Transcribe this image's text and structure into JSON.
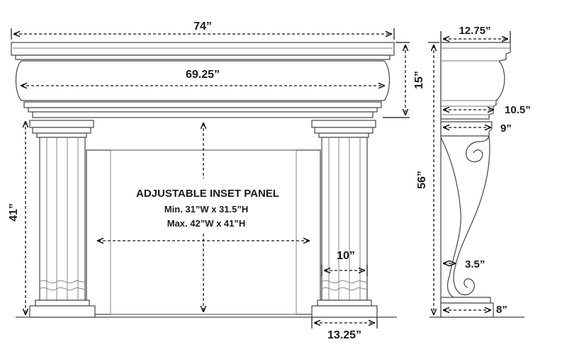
{
  "front_view": {
    "overall_width": "74”",
    "mantel_width": "69.25”",
    "mantel_height": "15”",
    "opening_height": "41”",
    "leg_width": "10”",
    "base_width": "13.25”",
    "panel": {
      "title": "ADJUSTABLE INSET PANEL",
      "min_size": "Min. 31”W x 31.5”H",
      "max_size": "Max. 42”W x 41”H"
    }
  },
  "side_view": {
    "top_depth": "12.75”",
    "upper_depth": "10.5”",
    "corbel_depth": "9”",
    "overall_height": "56”",
    "leg_depth": "3.5”",
    "base_depth": "8”"
  },
  "colors": {
    "line": "#444444",
    "dimension": "#111111",
    "background": "#ffffff"
  }
}
